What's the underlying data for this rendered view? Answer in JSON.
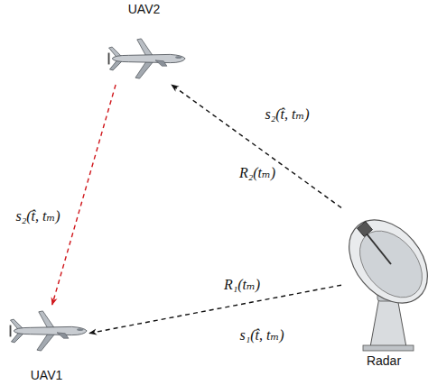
{
  "diagram": {
    "nodes": [
      {
        "text": [
          "UAV2"
        ]
      },
      {
        "text": [
          "UAV1"
        ]
      },
      {
        "text": [
          "Radar"
        ]
      }
    ],
    "edges": [
      {
        "from": 2,
        "to": 0,
        "arrow": "to",
        "label": "s₂(t̂, tₘ)"
      },
      {
        "from": 2,
        "to": 1,
        "arrow": "to",
        "label": "s₁(t̂, tₘ)"
      },
      {
        "from": 0,
        "to": 1,
        "arrow": "to",
        "label": "s₂(t̂, tₘ)"
      }
    ],
    "labels": [
      "R₂(tₘ)",
      "R₁(tₘ)"
    ]
  }
}
